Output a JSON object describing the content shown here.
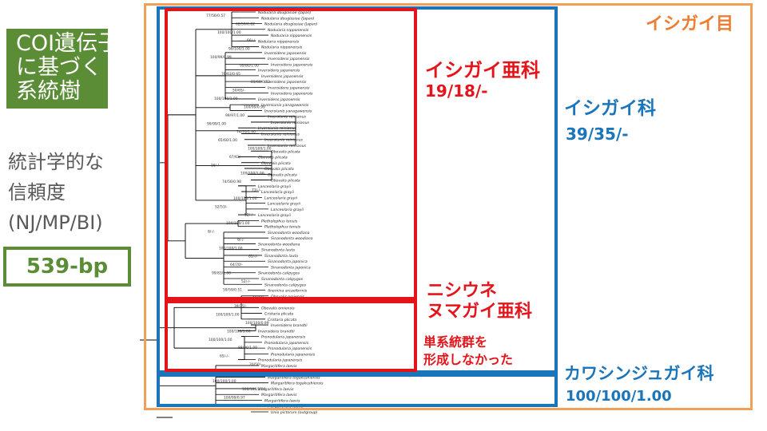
{
  "title_lines": [
    "COI遺伝子",
    "に基づく",
    "系統樹"
  ],
  "stat_lines": [
    "統計学的な",
    "信頼度",
    "(NJ/MP/BI)"
  ],
  "sequence_length": "539-bp",
  "order_label": "イシガイ目",
  "subfamily_1": {
    "name": "イシガイ亜科",
    "support": "19/18/-"
  },
  "family_1": {
    "name": "イシガイ科",
    "support": "39/35/-"
  },
  "subfamily_2": {
    "name_lines": [
      "ニシウネ",
      "ヌマガイ亜科"
    ],
    "note_lines": [
      "単系統群を",
      "形成しなかった"
    ]
  },
  "family_2": {
    "name": "カワシンジュガイ科",
    "support": "100/100/1.00"
  },
  "scale_bar": "0.02",
  "node_labels": [
    "77/56/0.57",
    "62/59/0.82",
    "100/100/1.00",
    "66/-/-",
    "99/100/1.00",
    "100/99/0.99",
    "99/80/1.00",
    "76/63/0.65",
    "81/60/0.63",
    "50/65/-",
    "100/100/1.00",
    "100/99/0.99",
    "99/97/1.00",
    "99/99/1.00",
    "74/70/1.00",
    "65/60/1.00",
    "100/100/1.00",
    "67/63/-",
    "16/-/-",
    "100/100/1.00",
    "74/56/0.98",
    "73/-/-",
    "100/100/1.00",
    "52/53/-",
    "52/-/-",
    "100/100/1.00",
    "8/-/-",
    "9/-/-",
    "100/100/1.00",
    "61/-/-",
    "64/70/-",
    "99/83/1.00",
    "52/-/-",
    "59/59/0.51",
    "19/18/-",
    "39/35/-",
    "100/100/1.00",
    "100/100/0.99",
    "100/100/1.00",
    "100/100/1.00",
    "88/90/1.00",
    "65/-/-",
    "20/50/-",
    "50/26/-",
    "100/100/1.00",
    "100/100/1.00",
    "100/99/0.97",
    "67/-/-"
  ],
  "taxa": [
    "Nodularia douglasiae (Japan)",
    "Nodularia douglasiae (Japan)",
    "Nodularia douglasiae (Japan)",
    "Nodularia nipponensis",
    "Nodularia nipponensis",
    "Nodularia nipponensis",
    "Nodularia nipponensis",
    "Inversidens japanensis",
    "Inversidens japanensis",
    "Inversidens japanensis",
    "Inversidens japanensis",
    "Inversidens japanensis",
    "Inversidens japanensis",
    "Inversidens japanensis",
    "Inversidens japanensis",
    "Inversidens japanensis",
    "Inversiunio yanagawensis",
    "Inversiunio yanagawensis",
    "Inversiunio reinianus",
    "Inversiunio reinianus",
    "Inversiunio reinianus",
    "Inversiunio reinianus",
    "Inversiunio reinianus",
    "Inversiunio reinianus",
    "Obovalis plicata",
    "Obovalis plicata",
    "Obovalis plicata",
    "Obovalis plicata",
    "Obovalis plicata",
    "Obovalis plicata",
    "Lanceolaria grayii",
    "Lanceolaria grayii",
    "Lanceolaria grayii",
    "Lanceolaria grayii",
    "Lanceolaria grayii",
    "Lanceolaria grayii",
    "Pletholophus tenuis",
    "Pletholophus tenuis",
    "Sinanodonta woodiana",
    "Sinanodonta woodiana",
    "Sinanodonta woodiana",
    "Sinanodonta lauta",
    "Sinanodonta lauta",
    "Sinanodonta japonica",
    "Sinanodonta japonica",
    "Sinanodonta calipygos",
    "Sinanodonta calipygos",
    "Sinanodonta calipygos",
    "Anemina arcaeformis",
    "Obovalis omiensis",
    "Obovalis omiensis",
    "Obovalis omiensis",
    "Cristaria plicata",
    "Cristaria plicata",
    "Inversidens brandtii",
    "Inversidens brandtii",
    "Pronodularia japanensis",
    "Pronodularia japanensis",
    "Pronodularia japanensis",
    "Pronodularia japanensis",
    "Pronodularia japanensis",
    "Margaritifera laevis",
    "Margaritifera laevis",
    "Margaritifera togakushiensis",
    "Margaritifera togakushiensis",
    "Margaritifera laevis",
    "Margaritifera laevis",
    "Margaritifera laevis",
    "Margaritifera laevis",
    "Unio pictorum (outgroup)"
  ],
  "colors": {
    "green": "#5b8c36",
    "orange": "#f2a057",
    "blue": "#1b75bb",
    "red": "#e5141b"
  }
}
